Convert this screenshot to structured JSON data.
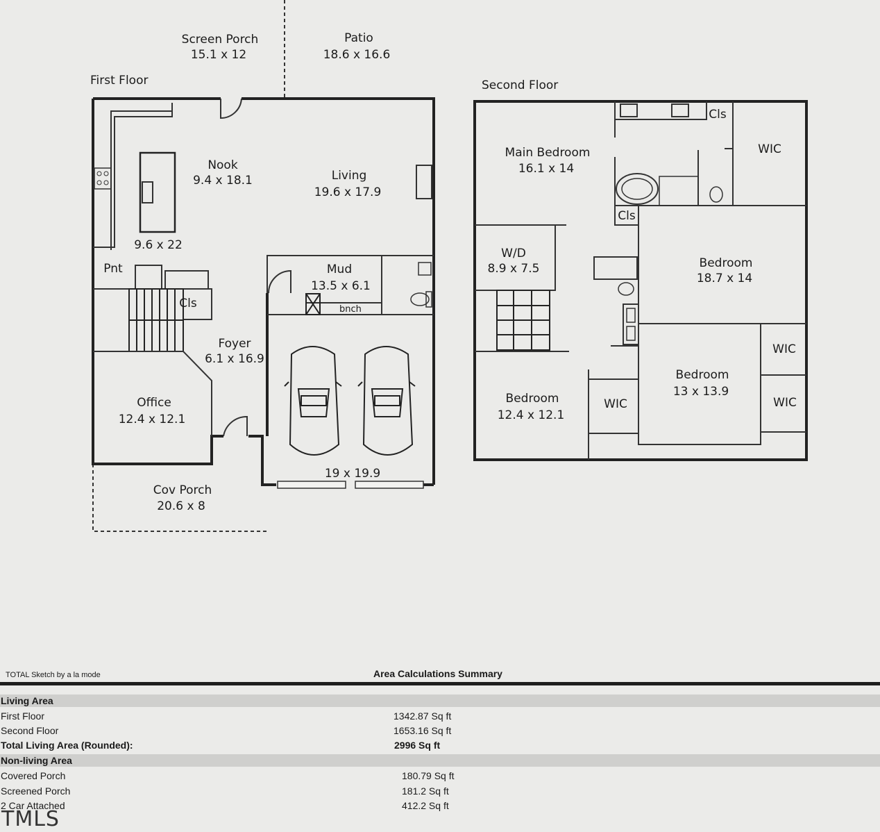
{
  "floor_titles": {
    "first": "First Floor",
    "second": "Second Floor"
  },
  "first_floor": {
    "screen_porch": {
      "name": "Screen Porch",
      "dims": "15.1 x 12"
    },
    "patio": {
      "name": "Patio",
      "dims": "18.6 x 16.6"
    },
    "nook": {
      "name": "Nook",
      "dims": "9.4 x 18.1"
    },
    "living": {
      "name": "Living",
      "dims": "19.6 x 17.9"
    },
    "kitchen": {
      "dims": "9.6 x 22"
    },
    "pantry": "Pnt",
    "closet": "Cls",
    "mud": {
      "name": "Mud",
      "dims": "13.5 x 6.1"
    },
    "bench": "bnch",
    "foyer": {
      "name": "Foyer",
      "dims": "6.1 x 16.9"
    },
    "office": {
      "name": "Office",
      "dims": "12.4 x 12.1"
    },
    "garage": {
      "dims": "19 x 19.9"
    },
    "cov_porch": {
      "name": "Cov Porch",
      "dims": "20.6 x 8"
    }
  },
  "second_floor": {
    "main_bedroom": {
      "name": "Main Bedroom",
      "dims": "16.1 x 14"
    },
    "closet_top": "Cls",
    "closet_mid": "Cls",
    "wic_main": "WIC",
    "wd": {
      "name": "W/D",
      "dims": "8.9 x 7.5"
    },
    "bedroom_right": {
      "name": "Bedroom",
      "dims": "18.7 x 14"
    },
    "bedroom_left": {
      "name": "Bedroom",
      "dims": "12.4 x 12.1"
    },
    "bedroom_center": {
      "name": "Bedroom",
      "dims": "13 x 13.9"
    },
    "wic_left": "WIC",
    "wic_right_top": "WIC",
    "wic_right_bottom": "WIC"
  },
  "summary": {
    "credit": "TOTAL Sketch by a la mode",
    "title": "Area Calculations Summary",
    "living_header": "Living Area",
    "first_floor": {
      "label": "First Floor",
      "value": "1342.87 Sq ft"
    },
    "second_floor": {
      "label": "Second Floor",
      "value": "1653.16 Sq ft"
    },
    "total": {
      "label": "Total Living Area (Rounded):",
      "value": "2996 Sq ft"
    },
    "nonliving_header": "Non-living Area",
    "covered_porch": {
      "label": "Covered Porch",
      "value": "180.79 Sq ft"
    },
    "screened_porch": {
      "label": "Screened Porch",
      "value": "181.2 Sq ft"
    },
    "car_attached": {
      "label": "2 Car Attached",
      "value": "412.2 Sq ft"
    }
  },
  "watermark": "TMLS"
}
